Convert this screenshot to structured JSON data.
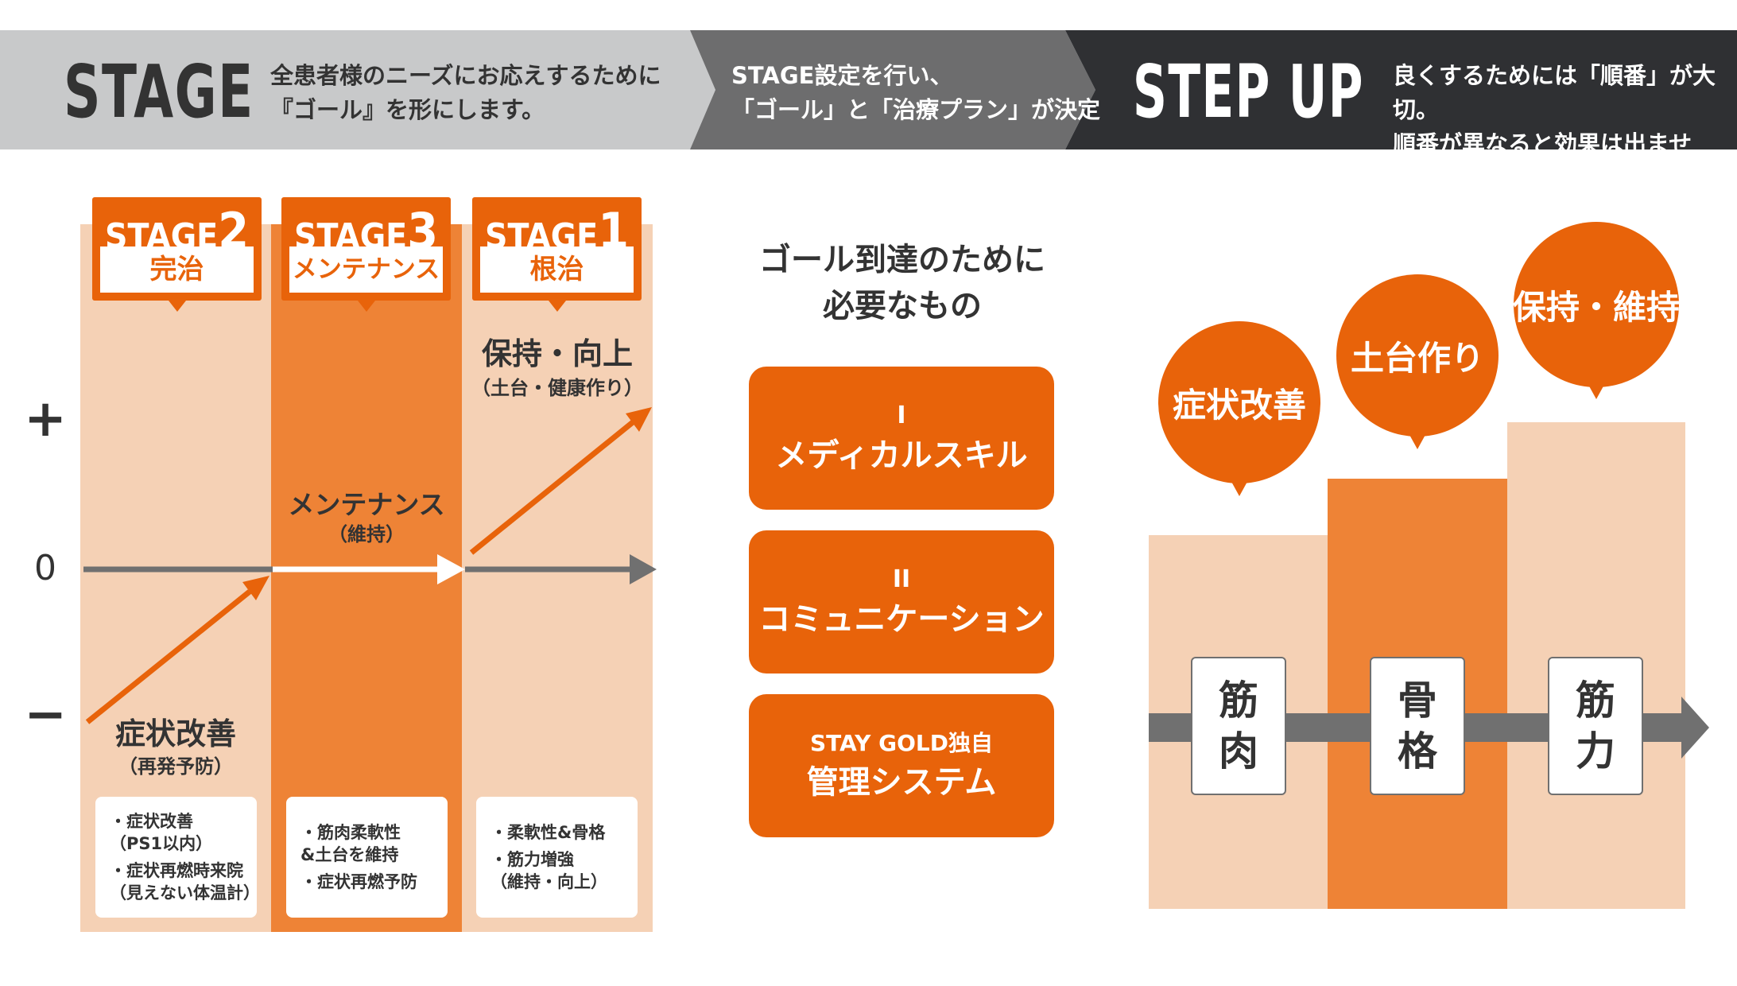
{
  "colors": {
    "orange": "#e8630a",
    "orange_mid": "#ee8336",
    "peach": "#f5d1b5",
    "gray_light": "#c8c9ca",
    "gray_mid": "#6d6d6e",
    "gray_dark": "#2f3033",
    "axis_gray": "#707070"
  },
  "header": {
    "stage_word": "STAGE",
    "stage_desc_line1": "全患者様のニーズにお応えするために",
    "stage_desc_line2": "『ゴール』を形にします。",
    "mid_line1": "STAGE設定を行い、",
    "mid_line2": "「ゴール」と「治療プラン」が決定",
    "stepup_word": "STEP UP",
    "stepup_line1": "良くするためには「順番」が大切。",
    "stepup_line2": "順番が異なると効果は出ません。"
  },
  "left_diagram": {
    "axis": {
      "plus": "+",
      "zero": "0",
      "minus": "−"
    },
    "stages": [
      {
        "word": "STAGE",
        "num": "2",
        "name": "完治"
      },
      {
        "word": "STAGE",
        "num": "3",
        "name": "メンテナンス"
      },
      {
        "word": "STAGE",
        "num": "1",
        "name": "根治"
      }
    ],
    "labels": {
      "col1_main": "症状改善",
      "col1_sub": "（再発予防）",
      "col2_main": "メンテナンス",
      "col2_sub": "（維持）",
      "col3_main": "保持・向上",
      "col3_sub": "（土台・健康作り）"
    },
    "notes": [
      [
        "・症状改善\n（PS1以内）",
        "・症状再燃時来院\n（見えない体温計）"
      ],
      [
        "・筋肉柔軟性\n&土台を維持",
        "・症状再燃予防"
      ],
      [
        "・柔軟性&骨格",
        "・筋力増強\n（維持・向上）"
      ]
    ]
  },
  "middle": {
    "title_line1": "ゴール到達のために",
    "title_line2": "必要なもの",
    "boxes": [
      {
        "num": "I",
        "text": "メディカルスキル"
      },
      {
        "num": "II",
        "text": "コミュニケーション"
      },
      {
        "small": "STAY GOLD独自",
        "text": "管理システム"
      }
    ]
  },
  "right_diagram": {
    "bubbles": [
      "症状改善",
      "土台作り",
      "保持・維持"
    ],
    "cards": [
      [
        "筋",
        "肉"
      ],
      [
        "骨",
        "格"
      ],
      [
        "筋",
        "力"
      ]
    ]
  }
}
